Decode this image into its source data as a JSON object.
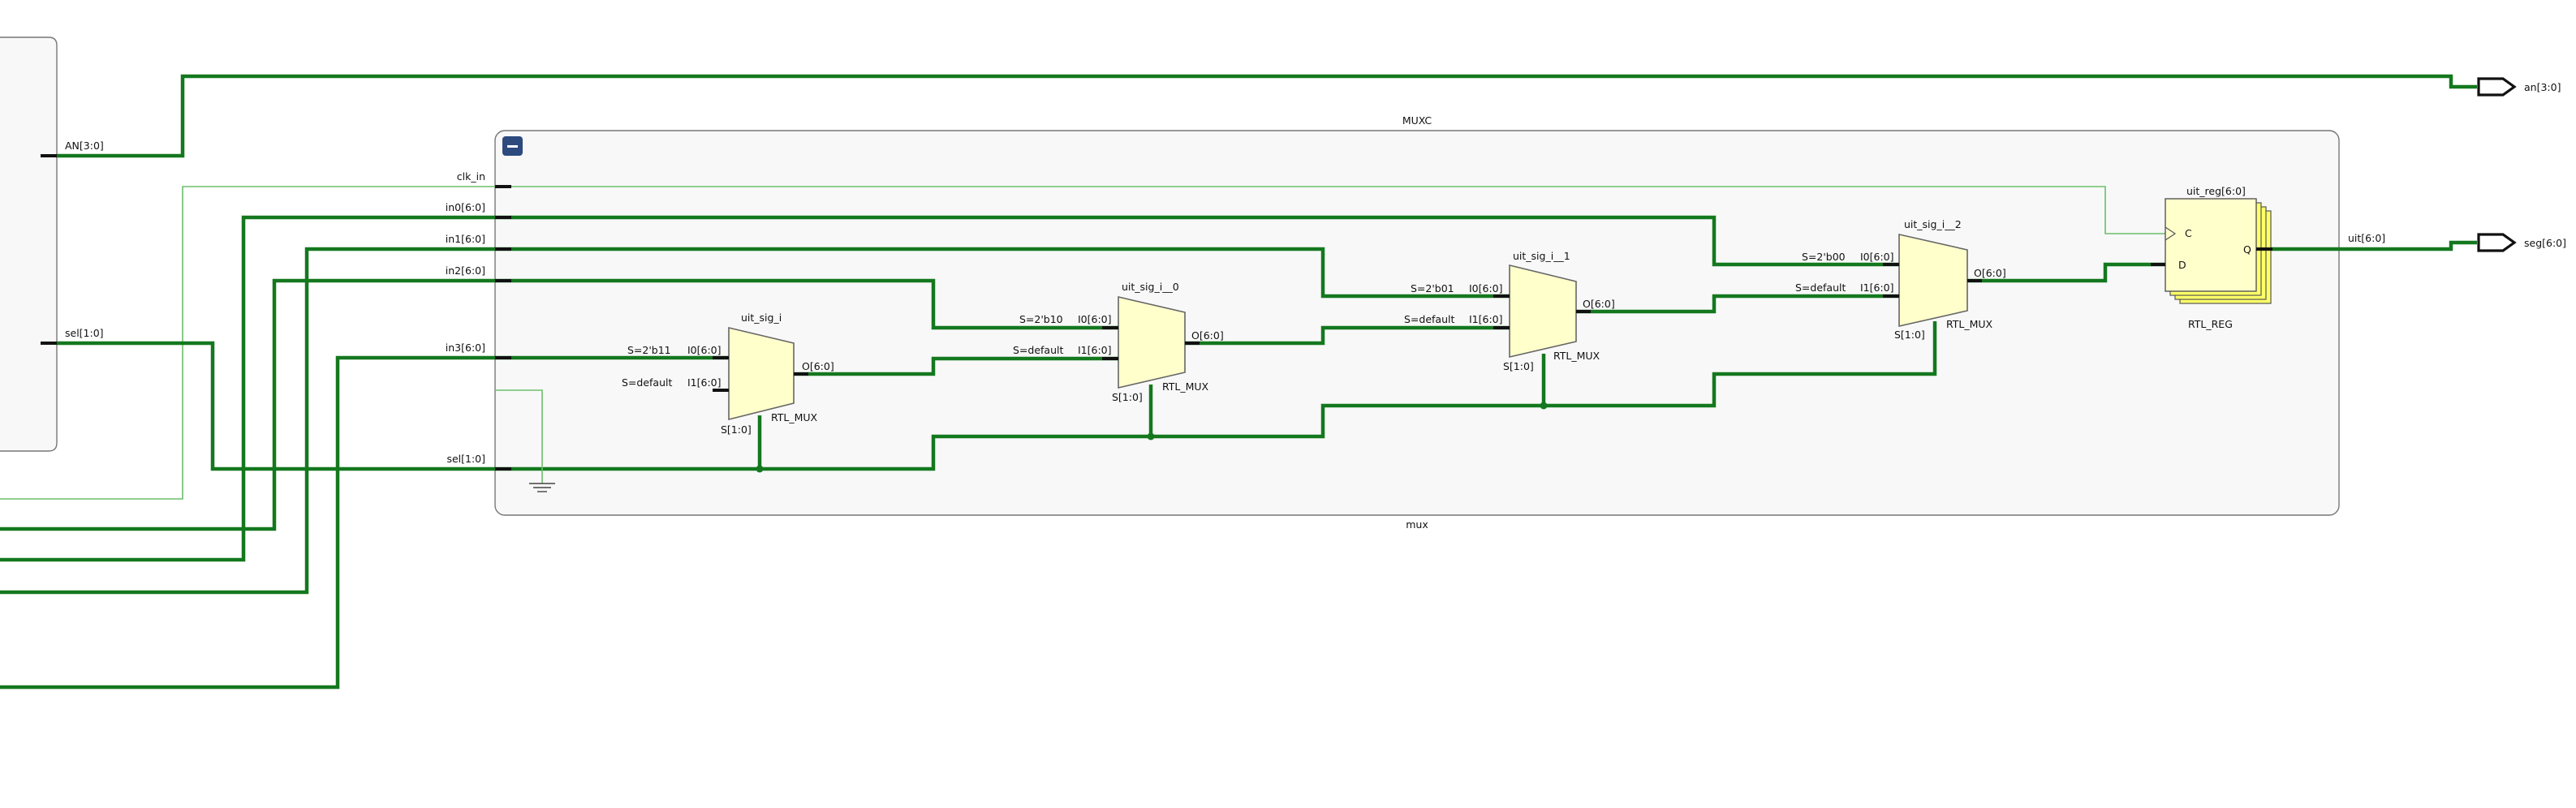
{
  "canvas": {
    "background": "#ffffff"
  },
  "colors": {
    "wire": "#14781e",
    "clock_wire": "#6bbf6b",
    "mux_fill": "#ffffcc",
    "reg_fill": "#ffff66",
    "block_fill": "#f8f8f8",
    "collapse_button": "#2c4a7e"
  },
  "left_block": {
    "pin_an": "AN[3:0]",
    "pin_sel": "sel[1:0]"
  },
  "muxc": {
    "cell_name": "MUXC",
    "instance_name": "mux",
    "collapse_icon": "minus-icon",
    "ports": {
      "clk_in": "clk_in",
      "in0": "in0[6:0]",
      "in1": "in1[6:0]",
      "in2": "in2[6:0]",
      "in3": "in3[6:0]",
      "sel": "sel[1:0]"
    },
    "ground_icon": "ground-icon"
  },
  "muxes": [
    {
      "name": "uit_sig_i",
      "type": "RTL_MUX",
      "s_i0": "S=2'b11",
      "i0": "I0[6:0]",
      "s_i1": "S=default",
      "i1": "I1[6:0]",
      "o": "O[6:0]",
      "s": "S[1:0]"
    },
    {
      "name": "uit_sig_i__0",
      "type": "RTL_MUX",
      "s_i0": "S=2'b10",
      "i0": "I0[6:0]",
      "s_i1": "S=default",
      "i1": "I1[6:0]",
      "o": "O[6:0]",
      "s": "S[1:0]"
    },
    {
      "name": "uit_sig_i__1",
      "type": "RTL_MUX",
      "s_i0": "S=2'b01",
      "i0": "I0[6:0]",
      "s_i1": "S=default",
      "i1": "I1[6:0]",
      "o": "O[6:0]",
      "s": "S[1:0]"
    },
    {
      "name": "uit_sig_i__2",
      "type": "RTL_MUX",
      "s_i0": "S=2'b00",
      "i0": "I0[6:0]",
      "s_i1": "S=default",
      "i1": "I1[6:0]",
      "o": "O[6:0]",
      "s": "S[1:0]"
    }
  ],
  "register": {
    "name": "uit_reg[6:0]",
    "type": "RTL_REG",
    "pin_c": "C",
    "pin_d": "D",
    "pin_q": "Q"
  },
  "output_net": "uit[6:0]",
  "outputs": [
    {
      "label": "an[3:0]",
      "icon": "output-port-icon"
    },
    {
      "label": "seg[6:0]",
      "icon": "output-port-icon"
    }
  ]
}
